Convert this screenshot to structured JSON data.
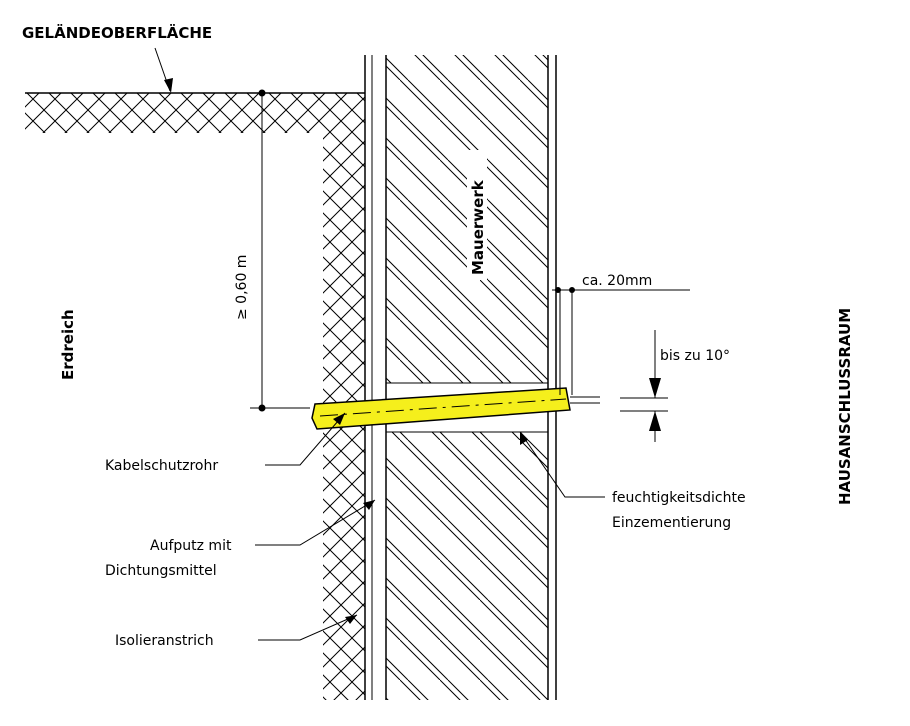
{
  "labels": {
    "ground_surface": "GELÄNDEOBERFLÄCHE",
    "soil": "Erdreich",
    "masonry": "Mauerwerk",
    "building_room": "HAUSANSCHLUSSRAUM",
    "depth": "≥ 0,60 m",
    "gap": "ca. 20mm",
    "slope": "bis zu 10°",
    "cable_pipe": "Kabelschutzrohr",
    "plaster_line1": "Aufputz mit",
    "plaster_line2": "Dichtungsmittel",
    "insulation": "Isolieranstrich",
    "sealing_line1": "feuchtigkeitsdichte",
    "sealing_line2": "Einzementierung"
  },
  "colors": {
    "pipe": "#f5ef1c",
    "line": "#000000"
  }
}
